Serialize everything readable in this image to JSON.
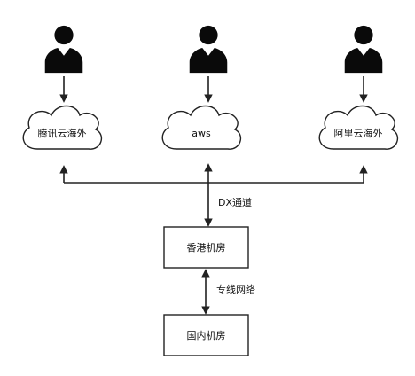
{
  "diagram": {
    "clouds": [
      {
        "id": "tencent",
        "label": "腾讯云海外"
      },
      {
        "id": "aws",
        "label": "aws"
      },
      {
        "id": "aliyun",
        "label": "阿里云海外"
      }
    ],
    "boxes": [
      {
        "id": "hk",
        "label": "香港机房"
      },
      {
        "id": "domestic",
        "label": "国内机房"
      }
    ],
    "edge_labels": {
      "dx": "DX通道",
      "dedicated": "专线网络"
    },
    "colors": {
      "stroke": "#222222",
      "user_fill": "#0a0a0a",
      "background": "#ffffff"
    }
  }
}
